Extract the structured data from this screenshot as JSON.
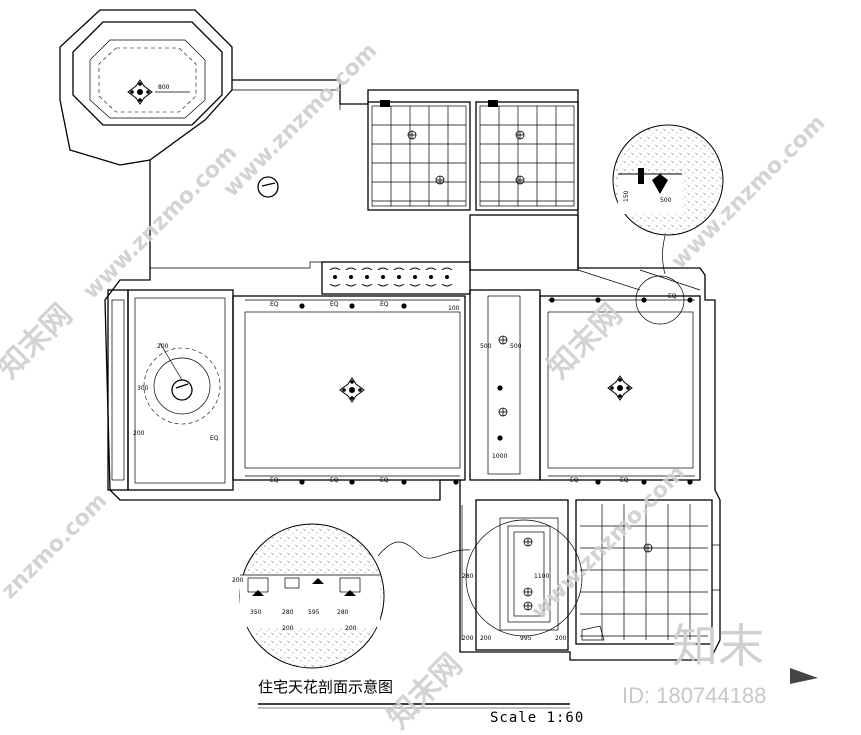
{
  "drawing": {
    "title": "住宅天花剖面示意图",
    "scale": "Scale 1:60"
  },
  "watermark": {
    "site": "www.znzmo.com",
    "site_short": "znzmo.com",
    "brand_cn": "知末网",
    "logo_cn": "知末",
    "id": "ID: 180744188"
  },
  "dimensions": {
    "top_detail_a": "150",
    "top_detail_b": "500",
    "octagon": "800",
    "left_room": "200",
    "left_room_b": "300",
    "left_side": "200",
    "strip": "EQ",
    "strip_b": "100",
    "corridor_a": "500",
    "corridor_b": "500",
    "corridor_c": "1000",
    "bath_a": "200",
    "bath_b": "995",
    "bath_c": "200",
    "bath_d": "280",
    "bath_e": "1100",
    "bath_f": "200",
    "detail_350": "350",
    "detail_280a": "280",
    "detail_595": "595",
    "detail_280b": "280",
    "detail_200a": "200",
    "detail_200b": "200",
    "detail_200c": "200"
  }
}
